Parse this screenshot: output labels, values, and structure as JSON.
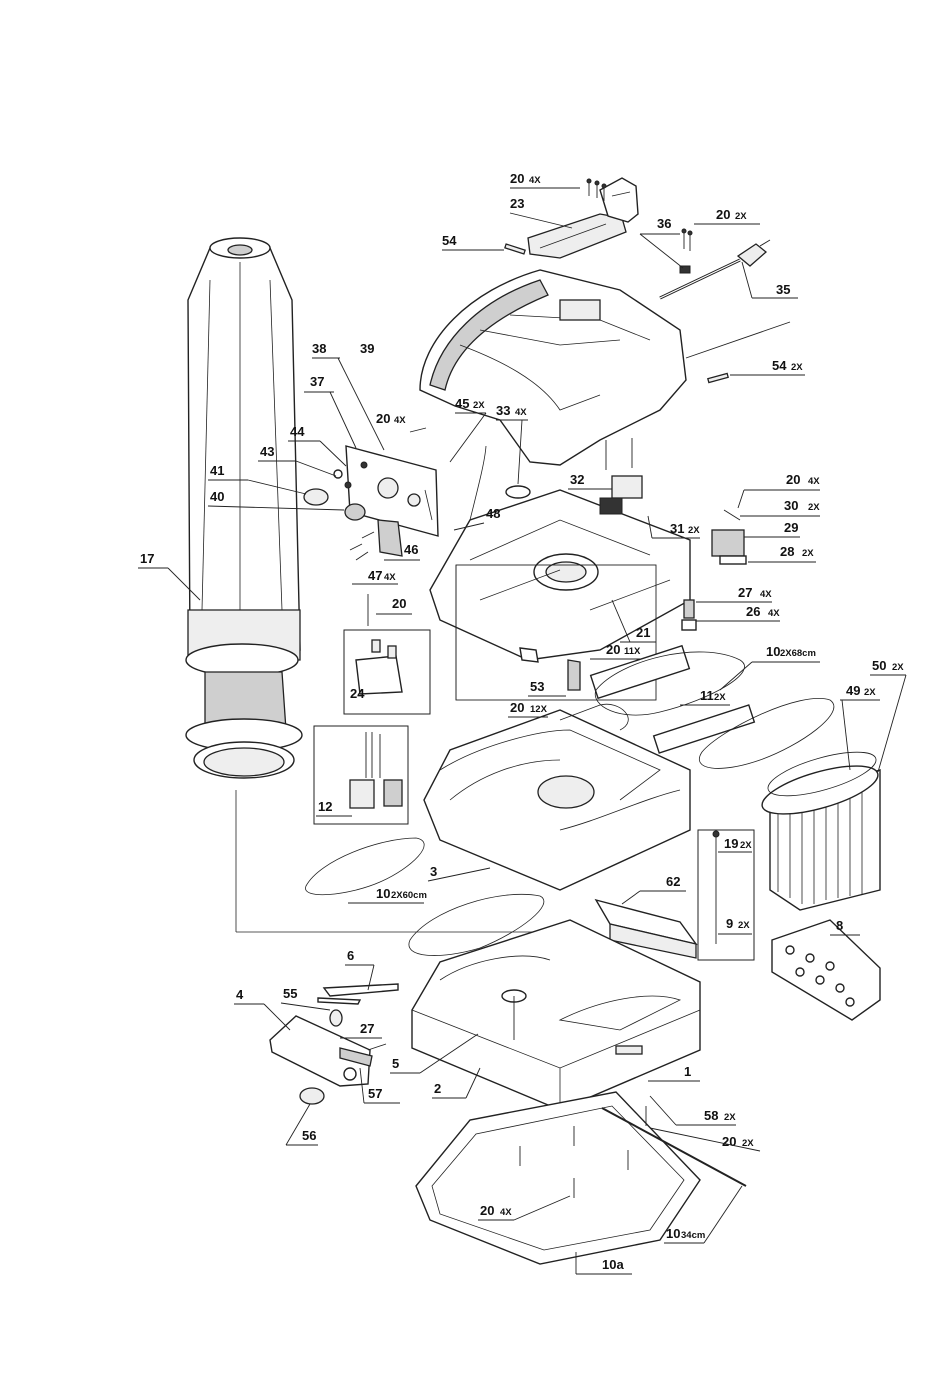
{
  "diagram": {
    "callouts": [
      {
        "id": "c-20a",
        "part": "20",
        "qty": "4X"
      },
      {
        "id": "c-23",
        "part": "23",
        "qty": ""
      },
      {
        "id": "c-54a",
        "part": "54",
        "qty": ""
      },
      {
        "id": "c-36",
        "part": "36",
        "qty": ""
      },
      {
        "id": "c-20b",
        "part": "20",
        "qty": "2X"
      },
      {
        "id": "c-35",
        "part": "35",
        "qty": ""
      },
      {
        "id": "c-38",
        "part": "38",
        "qty": ""
      },
      {
        "id": "c-39",
        "part": "39",
        "qty": ""
      },
      {
        "id": "c-54b",
        "part": "54",
        "qty": "2X"
      },
      {
        "id": "c-37",
        "part": "37",
        "qty": ""
      },
      {
        "id": "c-20c",
        "part": "20",
        "qty": "4X"
      },
      {
        "id": "c-45",
        "part": "45",
        "qty": "2X"
      },
      {
        "id": "c-33",
        "part": "33",
        "qty": "4X"
      },
      {
        "id": "c-44",
        "part": "44",
        "qty": ""
      },
      {
        "id": "c-43",
        "part": "43",
        "qty": ""
      },
      {
        "id": "c-41",
        "part": "41",
        "qty": ""
      },
      {
        "id": "c-40",
        "part": "40",
        "qty": ""
      },
      {
        "id": "c-32",
        "part": "32",
        "qty": ""
      },
      {
        "id": "c-20d",
        "part": "20",
        "qty": "4X"
      },
      {
        "id": "c-30",
        "part": "30",
        "qty": "2X"
      },
      {
        "id": "c-48",
        "part": "48",
        "qty": ""
      },
      {
        "id": "c-31",
        "part": "31",
        "qty": "2X"
      },
      {
        "id": "c-29",
        "part": "29",
        "qty": ""
      },
      {
        "id": "c-46",
        "part": "46",
        "qty": ""
      },
      {
        "id": "c-28",
        "part": "28",
        "qty": "2X"
      },
      {
        "id": "c-17",
        "part": "17",
        "qty": ""
      },
      {
        "id": "c-47",
        "part": "47",
        "qty": "4X"
      },
      {
        "id": "c-20e",
        "part": "20",
        "qty": ""
      },
      {
        "id": "c-27a",
        "part": "27",
        "qty": "4X"
      },
      {
        "id": "c-26",
        "part": "26",
        "qty": "4X"
      },
      {
        "id": "c-21",
        "part": "21",
        "qty": ""
      },
      {
        "id": "c-20f",
        "part": "20",
        "qty": "11X"
      },
      {
        "id": "c-10a",
        "part": "10",
        "qty": "2X68cm"
      },
      {
        "id": "c-50",
        "part": "50",
        "qty": "2X"
      },
      {
        "id": "c-53",
        "part": "53",
        "qty": ""
      },
      {
        "id": "c-49",
        "part": "49",
        "qty": "2X"
      },
      {
        "id": "c-24",
        "part": "24",
        "qty": ""
      },
      {
        "id": "c-11",
        "part": "11",
        "qty": "2X"
      },
      {
        "id": "c-20g",
        "part": "20",
        "qty": "12X"
      },
      {
        "id": "c-12",
        "part": "12",
        "qty": ""
      },
      {
        "id": "c-19",
        "part": "19",
        "qty": "2X"
      },
      {
        "id": "c-3",
        "part": "3",
        "qty": ""
      },
      {
        "id": "c-10b",
        "part": "10",
        "qty": "2X60cm"
      },
      {
        "id": "c-62",
        "part": "62",
        "qty": ""
      },
      {
        "id": "c-9",
        "part": "9",
        "qty": "2X"
      },
      {
        "id": "c-8",
        "part": "8",
        "qty": ""
      },
      {
        "id": "c-6",
        "part": "6",
        "qty": ""
      },
      {
        "id": "c-4",
        "part": "4",
        "qty": ""
      },
      {
        "id": "c-55",
        "part": "55",
        "qty": ""
      },
      {
        "id": "c-27b",
        "part": "27",
        "qty": ""
      },
      {
        "id": "c-5",
        "part": "5",
        "qty": ""
      },
      {
        "id": "c-1",
        "part": "1",
        "qty": ""
      },
      {
        "id": "c-57",
        "part": "57",
        "qty": ""
      },
      {
        "id": "c-2",
        "part": "2",
        "qty": ""
      },
      {
        "id": "c-58",
        "part": "58",
        "qty": "2X"
      },
      {
        "id": "c-56",
        "part": "56",
        "qty": ""
      },
      {
        "id": "c-20h",
        "part": "20",
        "qty": "2X"
      },
      {
        "id": "c-20i",
        "part": "20",
        "qty": "4X"
      },
      {
        "id": "c-10c",
        "part": "10",
        "qty": "34cm"
      },
      {
        "id": "c-10d",
        "part": "10a",
        "qty": ""
      }
    ]
  }
}
